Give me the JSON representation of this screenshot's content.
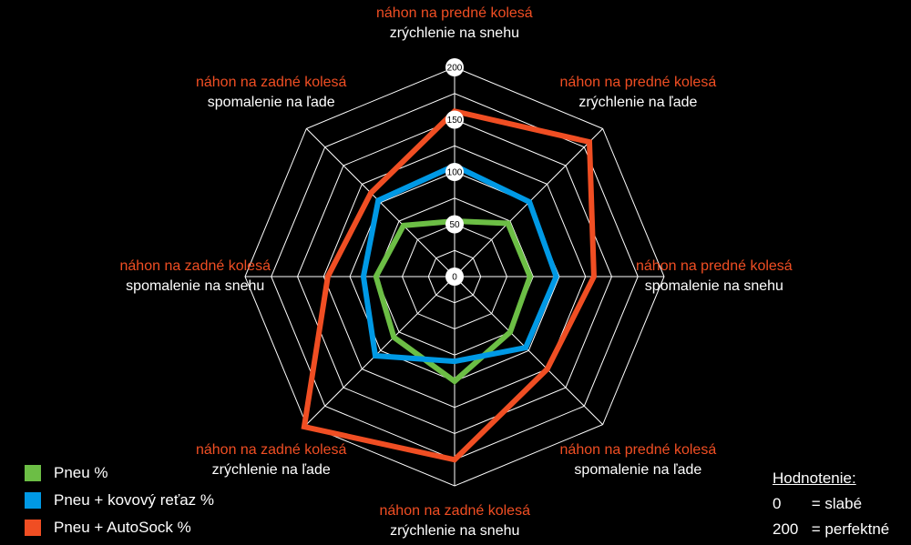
{
  "chart_data": {
    "type": "radar",
    "scale": {
      "min": 0,
      "max": 200,
      "ticks": [
        0,
        50,
        100,
        150,
        200
      ]
    },
    "axes": [
      {
        "drive": "náhon na predné kolesá",
        "action": "zrýchlenie na snehu"
      },
      {
        "drive": "náhon na predné kolesá",
        "action": "zrýchlenie na ľade"
      },
      {
        "drive": "náhon na predné kolesá",
        "action": "spomalenie na snehu"
      },
      {
        "drive": "náhon na predné kolesá",
        "action": "spomalenie na ľade"
      },
      {
        "drive": "náhon na zadné kolesá",
        "action": "zrýchlenie na snehu"
      },
      {
        "drive": "náhon na zadné kolesá",
        "action": "zrýchlenie na ľade"
      },
      {
        "drive": "náhon na zadné kolesá",
        "action": "spomalenie na snehu"
      },
      {
        "drive": "náhon na zadné kolesá",
        "action": "spomalenie na ľade"
      }
    ],
    "series": [
      {
        "name": "Pneu %",
        "color": "#6cbe45",
        "values": [
          53,
          72,
          72,
          75,
          100,
          82,
          75,
          69
        ]
      },
      {
        "name": "Pneu + kovový reťaz %",
        "color": "#0099e5",
        "values": [
          106,
          101,
          97,
          96,
          81,
          107,
          87,
          103
        ]
      },
      {
        "name": "Pneu + AutoSock %",
        "color": "#f04e23",
        "values": [
          158,
          182,
          133,
          125,
          175,
          203,
          121,
          113
        ]
      }
    ]
  },
  "legend": {
    "items": [
      {
        "label": "Pneu %",
        "color": "#6cbe45"
      },
      {
        "label": "Pneu + kovový reťaz %",
        "color": "#0099e5"
      },
      {
        "label": "Pneu + AutoSock %",
        "color": "#f04e23"
      }
    ]
  },
  "rating": {
    "title": "Hodnotenie:",
    "rows": [
      {
        "value": "0",
        "text": "= slabé"
      },
      {
        "value": "200",
        "text": "= perfektné"
      }
    ]
  }
}
